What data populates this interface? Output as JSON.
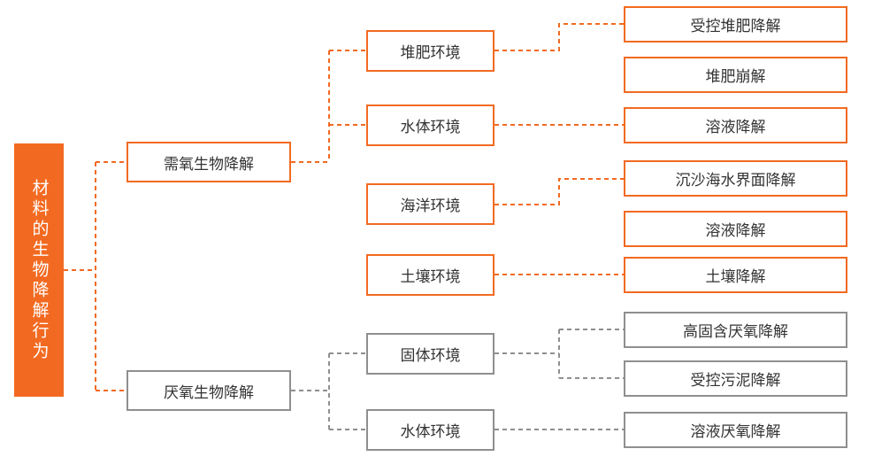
{
  "root": {
    "label": "材料的生物降解行为"
  },
  "aerobic": {
    "label": "需氧生物降解",
    "environments": [
      {
        "label": "堆肥环境",
        "processes": [
          "受控堆肥降解",
          "堆肥崩解"
        ]
      },
      {
        "label": "水体环境",
        "processes": [
          "溶液降解"
        ]
      },
      {
        "label": "海洋环境",
        "processes": [
          "沉沙海水界面降解",
          "溶液降解"
        ]
      },
      {
        "label": "土壤环境",
        "processes": [
          "土壤降解"
        ]
      }
    ]
  },
  "anaerobic": {
    "label": "厌氧生物降解",
    "environments": [
      {
        "label": "固体环境",
        "processes": [
          "高固含厌氧降解",
          "受控污泥降解"
        ]
      },
      {
        "label": "水体环境",
        "processes": [
          "溶液厌氧降解"
        ]
      }
    ]
  },
  "colors": {
    "aerobic_accent": "#f26a21",
    "anaerobic_accent": "#8f8f8f",
    "root_fill": "#f26a21",
    "text": "#333333"
  }
}
